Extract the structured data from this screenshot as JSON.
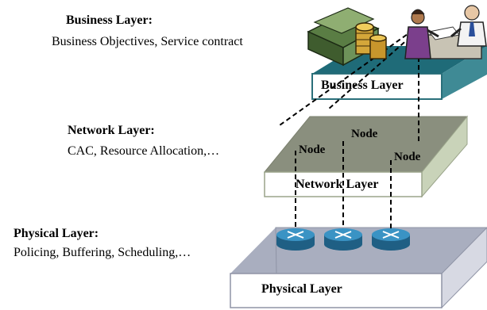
{
  "business": {
    "title": "Business Layer:",
    "subtitle": "Business Objectives, Service contract",
    "plate_label": "Business Layer"
  },
  "network": {
    "title": "Network Layer:",
    "subtitle": "CAC, Resource Allocation,…",
    "plate_label": "Network Layer",
    "nodes": [
      "Node",
      "Node",
      "Node"
    ]
  },
  "physical": {
    "title": "Physical Layer:",
    "subtitle": "Policing, Buffering, Scheduling,…",
    "plate_label": "Physical Layer"
  },
  "colors": {
    "business_front": "#ffffff",
    "business_front_border": "#2a6f7a",
    "business_top": "#1f6b78",
    "network_top": "#8a8f7e",
    "network_side": "#c9d3b9",
    "network_front_border": "#9aa48a",
    "physical_top": "#a9aebf",
    "physical_side": "#d7d9e3",
    "router": "#2a7ba8"
  },
  "icons": [
    "money-stack-icon",
    "business-people-icon",
    "router-icon"
  ]
}
